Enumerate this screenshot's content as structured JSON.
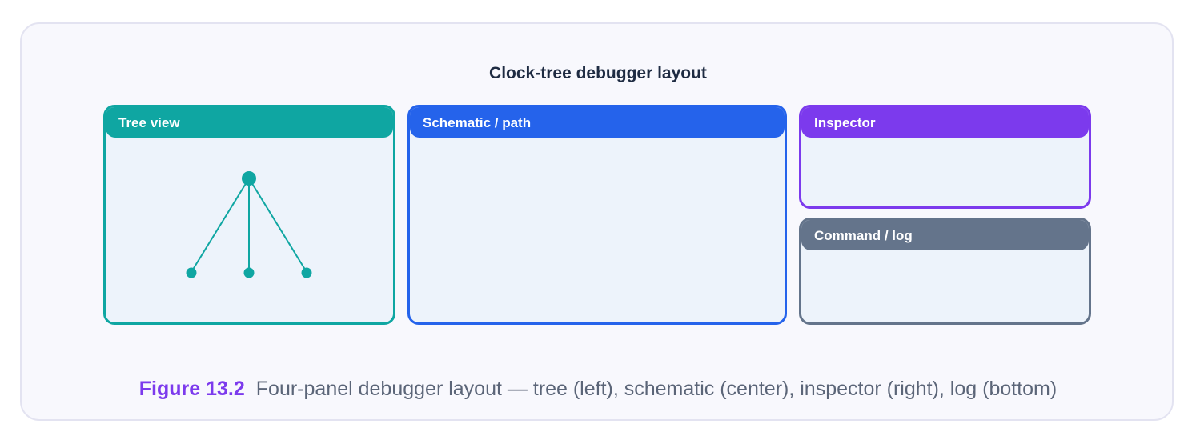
{
  "diagram": {
    "title": "Clock-tree debugger layout",
    "panels": {
      "tree": {
        "label": "Tree view",
        "color": "#0fa6a2"
      },
      "schematic": {
        "label": "Schematic / path",
        "color": "#2563eb"
      },
      "inspector": {
        "label": "Inspector",
        "color": "#7c3aed"
      },
      "log": {
        "label": "Command / log",
        "color": "#64748b"
      }
    }
  },
  "caption": {
    "figure": "Figure 13.2",
    "text": "Four-panel debugger layout — tree (left), schematic (center), inspector (right), log (bottom)"
  }
}
